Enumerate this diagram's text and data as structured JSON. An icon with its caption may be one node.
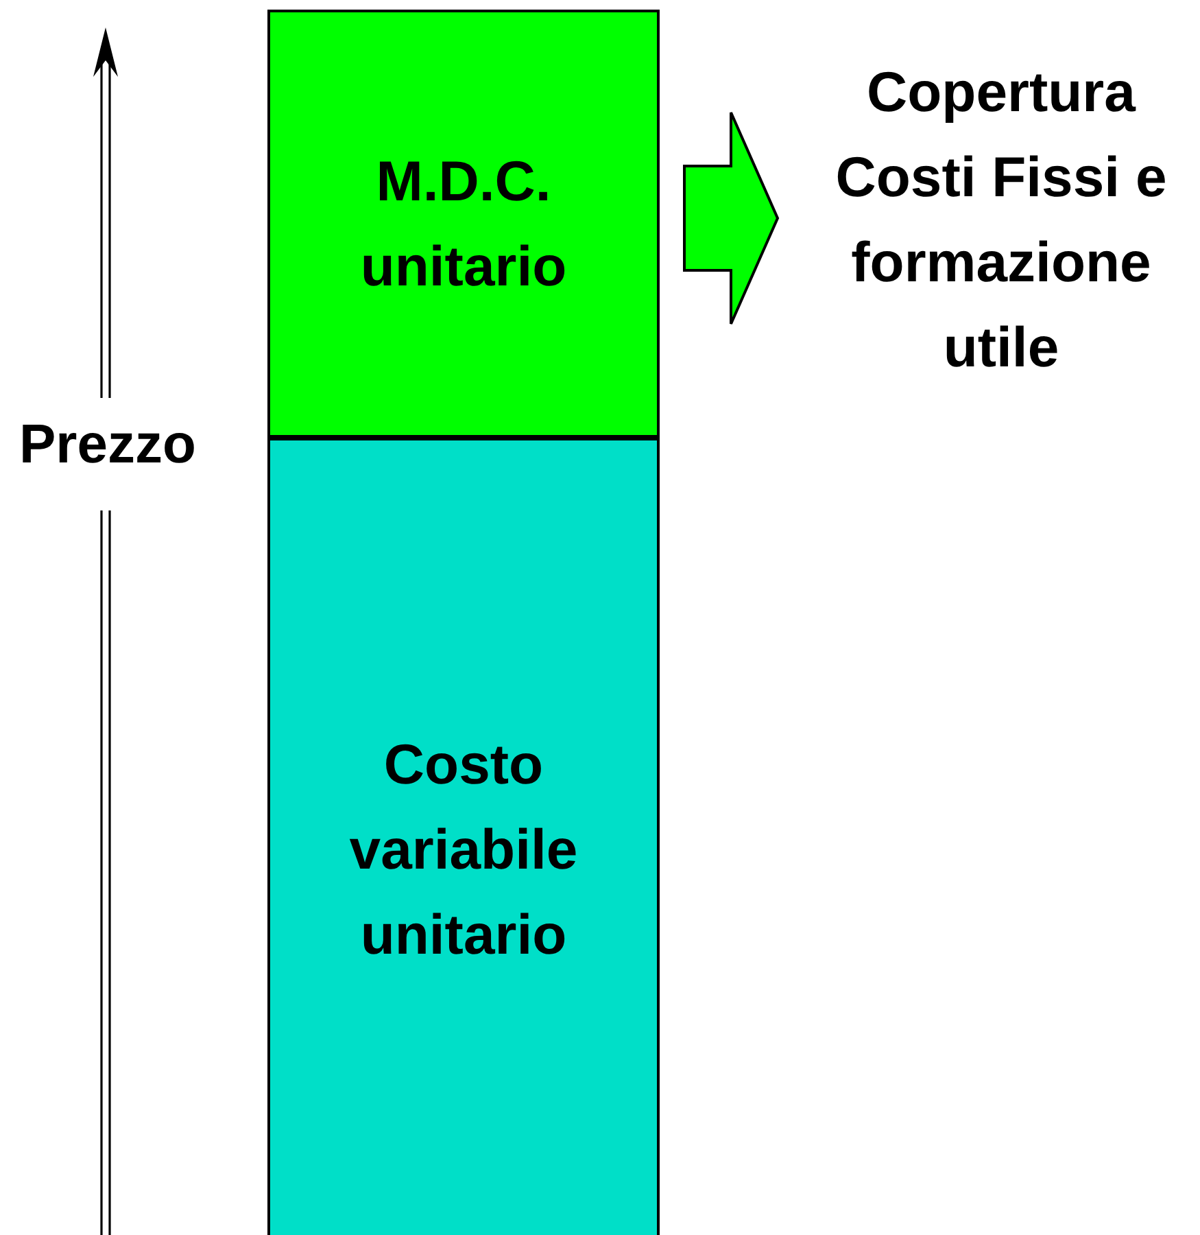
{
  "diagram": {
    "nodes": [
      {
        "text": [
          "M.D.C. unitario"
        ]
      },
      {
        "text": [
          "Costo variabile unitario"
        ]
      },
      {
        "text": [
          "Copertura Costi Fissi e formazione utile"
        ]
      }
    ],
    "edges": [
      {
        "from": 0,
        "to": 2,
        "arrow": "to"
      }
    ],
    "labels": [
      "Prezzo"
    ]
  }
}
